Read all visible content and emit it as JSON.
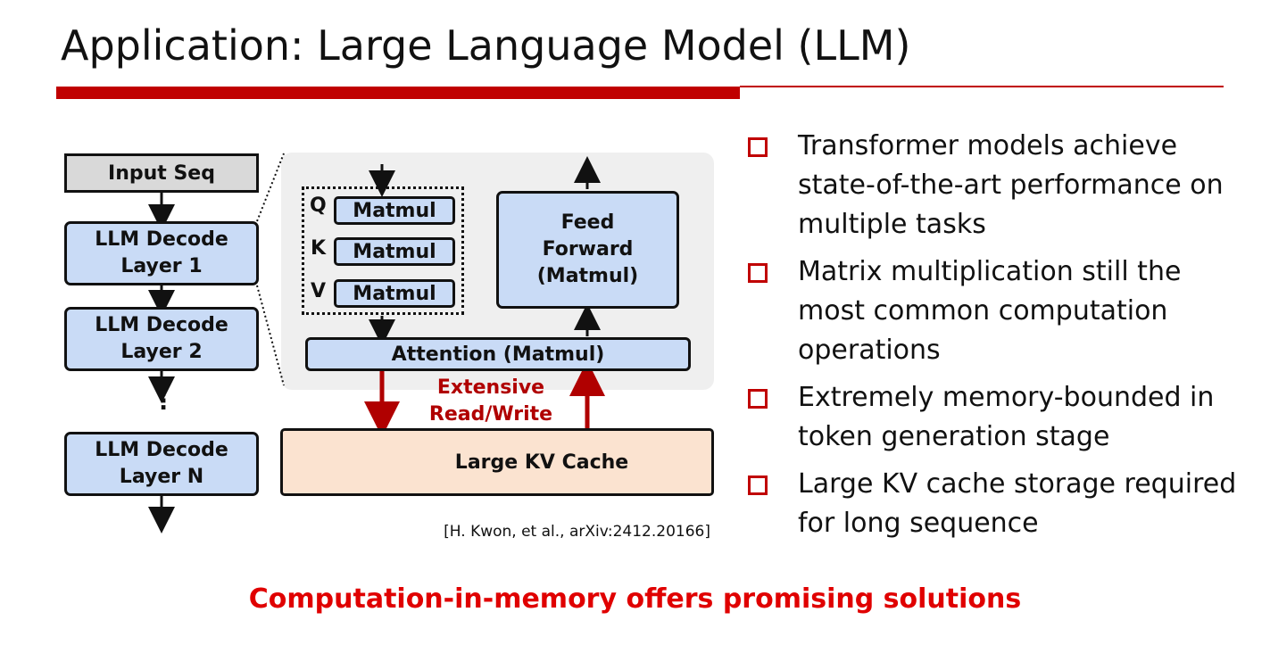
{
  "title": "Application: Large Language Model (LLM)",
  "diagram": {
    "input_seq": "Input Seq",
    "layers": [
      "LLM Decode\nLayer 1",
      "LLM Decode\nLayer 2",
      "LLM Decode\nLayer N"
    ],
    "ellipsis": "⋮",
    "qkv_labels": [
      "Q",
      "K",
      "V"
    ],
    "matmul": "Matmul",
    "feed_forward": "Feed\nForward\n(Matmul)",
    "attention": "Attention (Matmul)",
    "extensive_rw": "Extensive\nRead/Write",
    "kv_cache": "Large KV Cache",
    "database_icon": "database-icon",
    "accent_red": "#c00000",
    "box_blue": "#c9dbf6",
    "cache_peach": "#fbe3d0"
  },
  "citation": "[H. Kwon, et al., arXiv:2412.20166]",
  "bullets": [
    "Transformer models achieve state-of-the-art performance on multiple tasks",
    "Matrix multiplication still the most common computation operations",
    "Extremely memory-bounded in token generation stage",
    "Large KV cache storage required for long sequence"
  ],
  "bottom_line": "Computation-in-memory offers promising solutions"
}
